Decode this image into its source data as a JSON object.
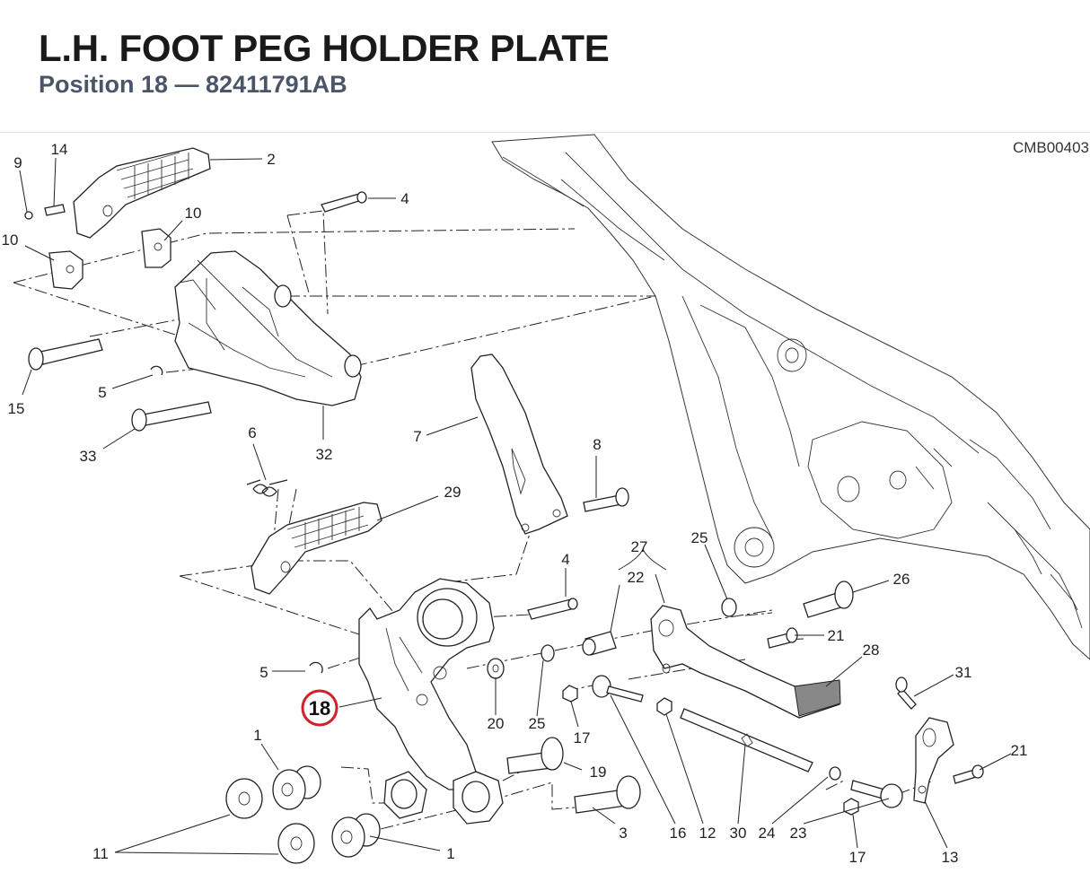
{
  "header": {
    "title": "L.H. FOOT PEG HOLDER PLATE",
    "subtitle": "Position 18 — 82411791AB"
  },
  "diagram": {
    "drawing_code": "CMB00403",
    "highlighted_position": "18",
    "highlight_color": "#d0202a",
    "part_labels": [
      "1",
      "1",
      "2",
      "3",
      "4",
      "4",
      "5",
      "5",
      "6",
      "7",
      "8",
      "9",
      "10",
      "10",
      "11",
      "12",
      "13",
      "14",
      "15",
      "16",
      "17",
      "17",
      "19",
      "20",
      "21",
      "21",
      "22",
      "23",
      "24",
      "25",
      "25",
      "26",
      "27",
      "28",
      "29",
      "30",
      "31",
      "32",
      "33"
    ]
  }
}
